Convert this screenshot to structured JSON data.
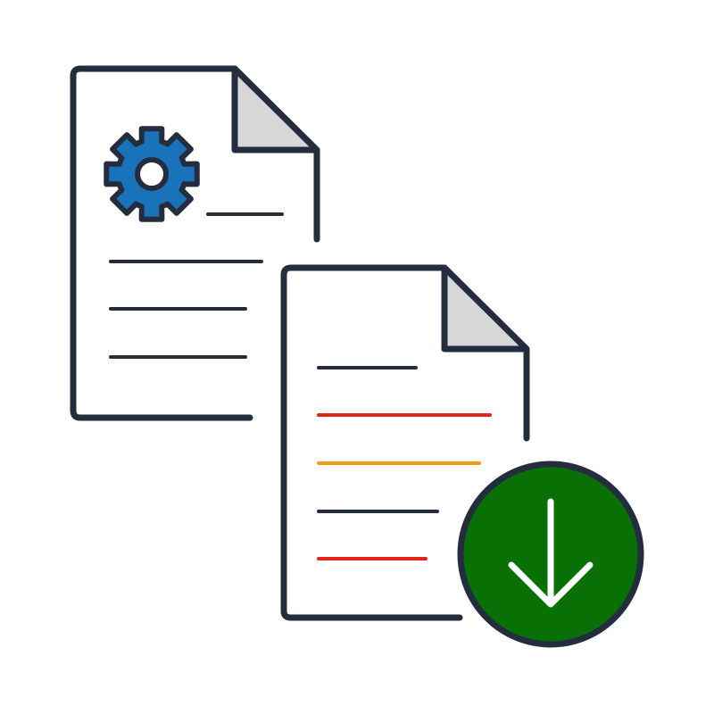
{
  "colors": {
    "background": "#ffffff",
    "outline": "#232d3e",
    "fold_fill": "#d7d7d7",
    "gear_fill": "#1a73ba",
    "download_fill": "#087004",
    "arrow": "#ffffff",
    "line_dark": "#232d3e",
    "line_red": "#e3241b",
    "line_orange": "#f59b16"
  },
  "icons": {
    "settings_document": "document-icon",
    "gear": "gear-icon",
    "data_document": "document-icon",
    "download": "download-icon",
    "arrow": "arrow-down-icon"
  },
  "data_document_lines": [
    {
      "color": "line_dark"
    },
    {
      "color": "line_red"
    },
    {
      "color": "line_orange"
    },
    {
      "color": "line_dark"
    },
    {
      "color": "line_red"
    }
  ]
}
